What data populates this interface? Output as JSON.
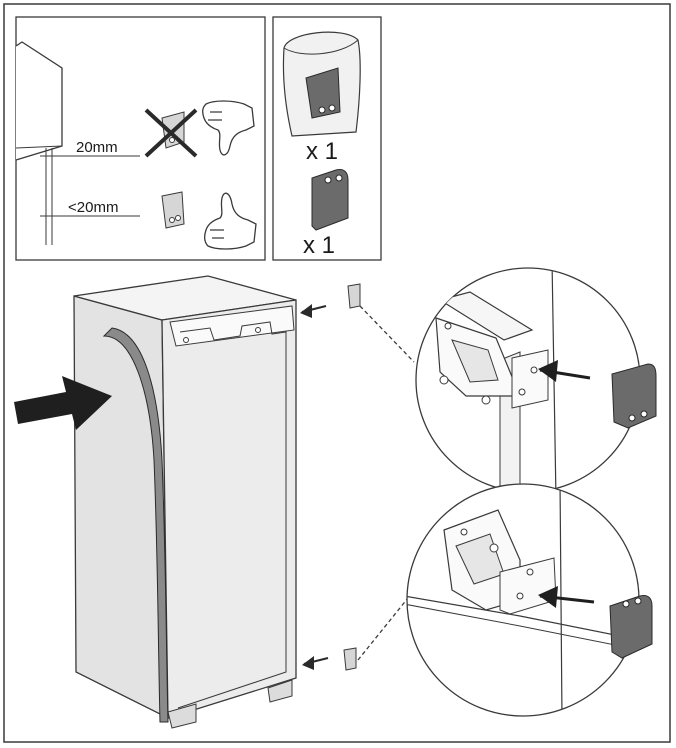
{
  "panel_spacing": {
    "gap_ok_label": "20mm",
    "gap_small_label": "<20mm",
    "wrong_icon": "cross-icon",
    "thumb_down_icon": "thumb-down-icon",
    "thumb_up_icon": "thumb-up-icon"
  },
  "panel_parts": {
    "bag_qty": "x 1",
    "spacer_qty": "x 1"
  },
  "colors": {
    "line": "#3a3a3a",
    "part_fill": "#6b6b6b",
    "part_dark": "#4a4a4a",
    "body_fill": "#e9e9e9",
    "seal_fill": "#8a8a8a"
  }
}
